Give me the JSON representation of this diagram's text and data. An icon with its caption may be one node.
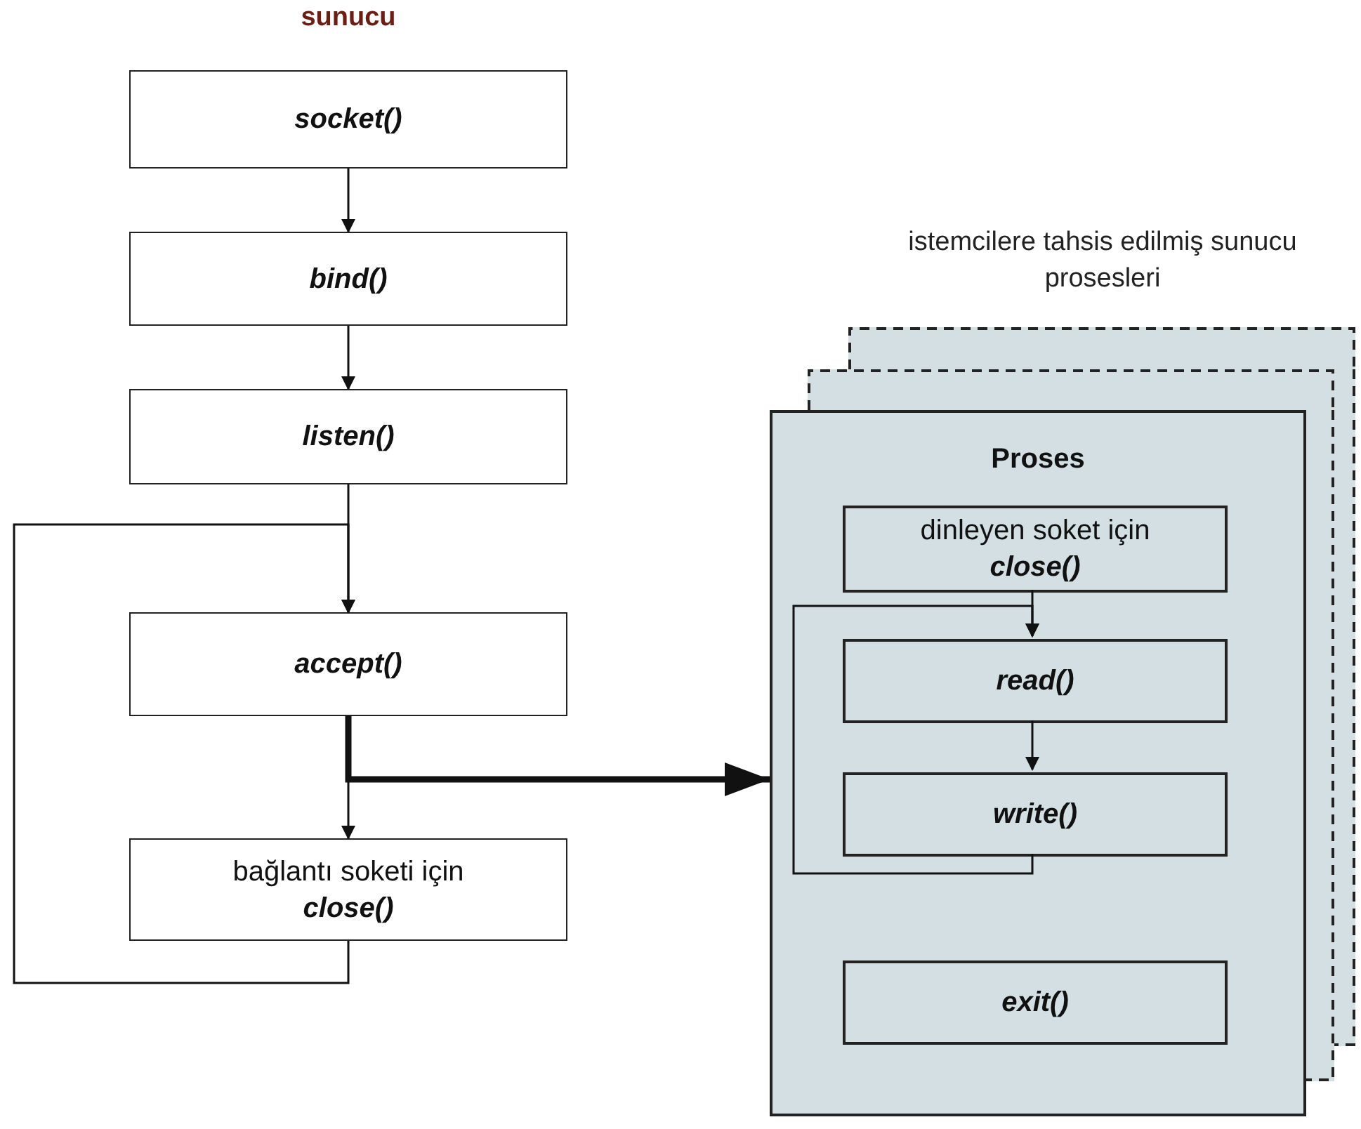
{
  "diagram": {
    "title": "sunucu",
    "nodes": [
      {
        "text": [
          "socket()"
        ]
      },
      {
        "text": [
          "bind()"
        ]
      },
      {
        "text": [
          "listen()"
        ]
      },
      {
        "text": [
          "accept()"
        ]
      },
      {
        "text": [
          "bağlantı soketi için",
          "close()"
        ]
      },
      {
        "text": [
          "Proses"
        ]
      },
      {
        "text": [
          "dinleyen soket için",
          "close()"
        ],
        "in": 5
      },
      {
        "text": [
          "read()"
        ],
        "in": 5
      },
      {
        "text": [
          "write()"
        ],
        "in": 5
      },
      {
        "text": [
          "exit()"
        ],
        "in": 5
      }
    ],
    "edges": [
      {
        "from": 0,
        "to": 1,
        "arrow": "to"
      },
      {
        "from": 1,
        "to": 2,
        "arrow": "to"
      },
      {
        "from": 2,
        "to": 3,
        "arrow": "to"
      },
      {
        "from": 3,
        "to": 4,
        "arrow": "to"
      },
      {
        "from": 4,
        "to": 3,
        "arrow": "to"
      },
      {
        "from": 3,
        "to": 5,
        "arrow": "to",
        "style": "thick"
      },
      {
        "from": 6,
        "to": 7,
        "arrow": "to"
      },
      {
        "from": 7,
        "to": 8,
        "arrow": "to"
      },
      {
        "from": 8,
        "to": 7,
        "arrow": "to"
      }
    ],
    "labels": [
      "istemcilere tahsis edilmiş sunucu prosesleri"
    ]
  }
}
